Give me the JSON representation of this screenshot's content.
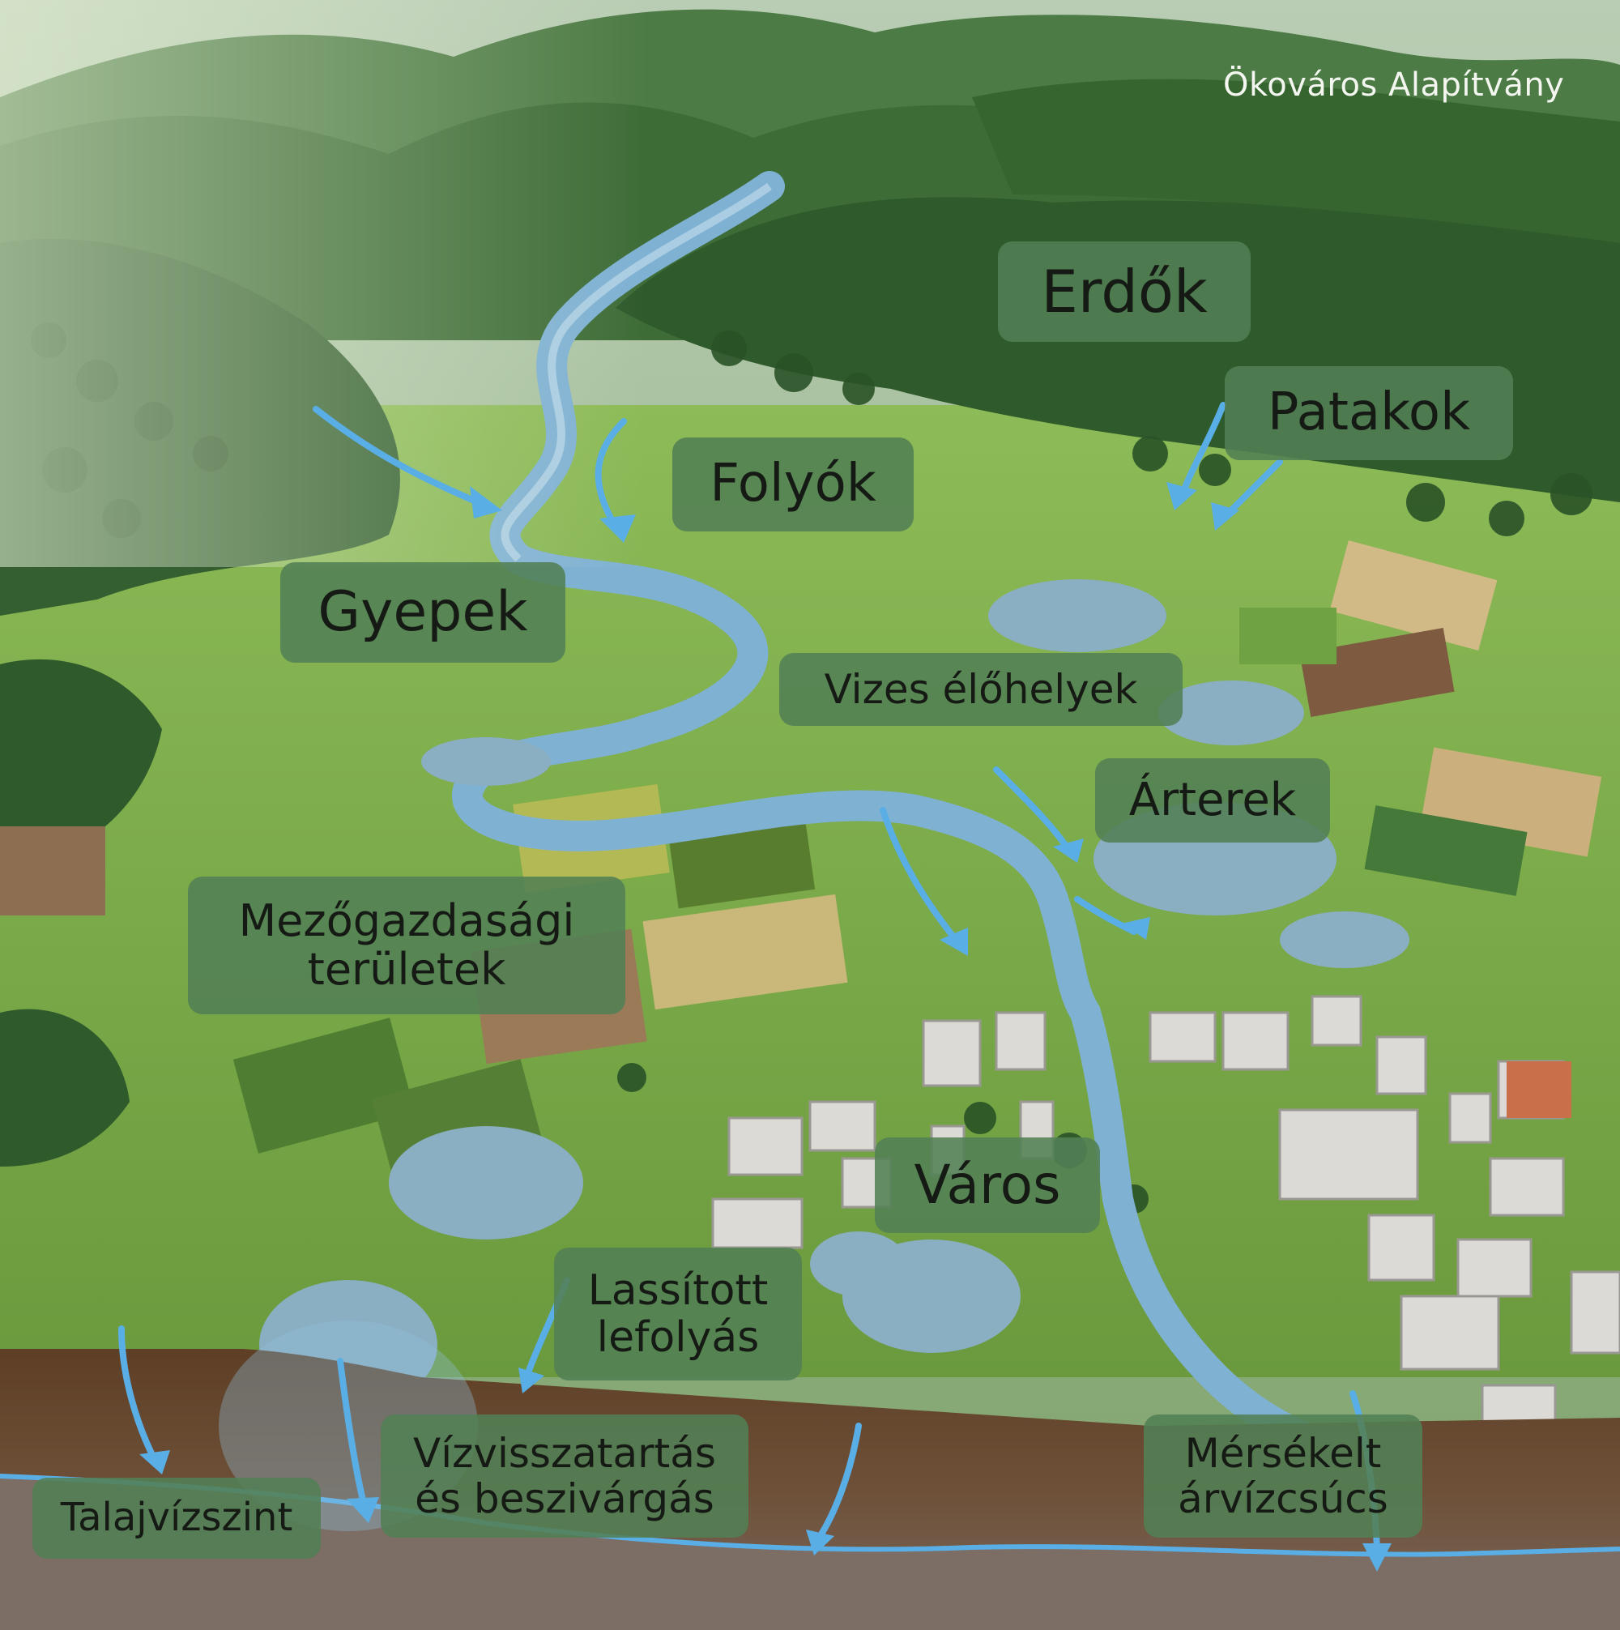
{
  "brand": "Ökováros Alapítvány",
  "labels": {
    "forests": "Erdők",
    "streams": "Patakok",
    "rivers": "Folyók",
    "grasslands": "Gyepek",
    "wetlands": "Vizes élőhelyek",
    "floodplains": "Árterek",
    "agri_line1": "Mezőgazdasági",
    "agri_line2": "területek",
    "city": "Város",
    "slowed_line1": "Lassított",
    "slowed_line2": "lefolyás",
    "retention_line1": "Vízvisszatartás",
    "retention_line2": "és beszivárgás",
    "peak_line1": "Mérsékelt",
    "peak_line2": "árvízcsúcs",
    "groundwater": "Talajvízszint"
  },
  "colors": {
    "label_bg": "#528054",
    "water": "#7fb1d3",
    "arrow": "#5aaee6",
    "forest": "#2f5a2c",
    "meadow": "#7fb04a",
    "soil": "#5a3c24"
  }
}
